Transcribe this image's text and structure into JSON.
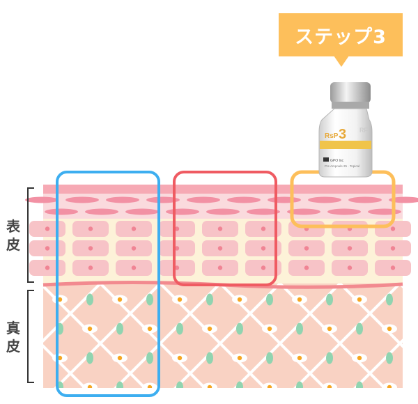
{
  "step_label": "ステップ3",
  "labels": {
    "epidermis": "表皮",
    "dermis": "真皮"
  },
  "vial": {
    "brand_text": "RsP",
    "number": "3",
    "side_text": "RF",
    "fine_print_1": "GPO Inc",
    "fine_print_2": "Pre Ampoule 25 · Topical"
  },
  "colors": {
    "stratum": "#f6a9b4",
    "band": "#fadadd",
    "lens": "#f291a4",
    "epidermis_bg": "#fdf2d8",
    "cell": "#f7c3c7",
    "nucleus": "#f08494",
    "membrane": "#f28a8f",
    "dermis_bg": "#f9d2c3",
    "dermis_line": "#ffffff",
    "fibroblast": "#ffffff",
    "fibroblast_core": "#f5a623",
    "collagen": "#90d4b0",
    "highlight_blue": "#3daef0",
    "highlight_red": "#ef5b62",
    "highlight_orange": "#fdbf5b",
    "callout": "#fdbf5b"
  }
}
